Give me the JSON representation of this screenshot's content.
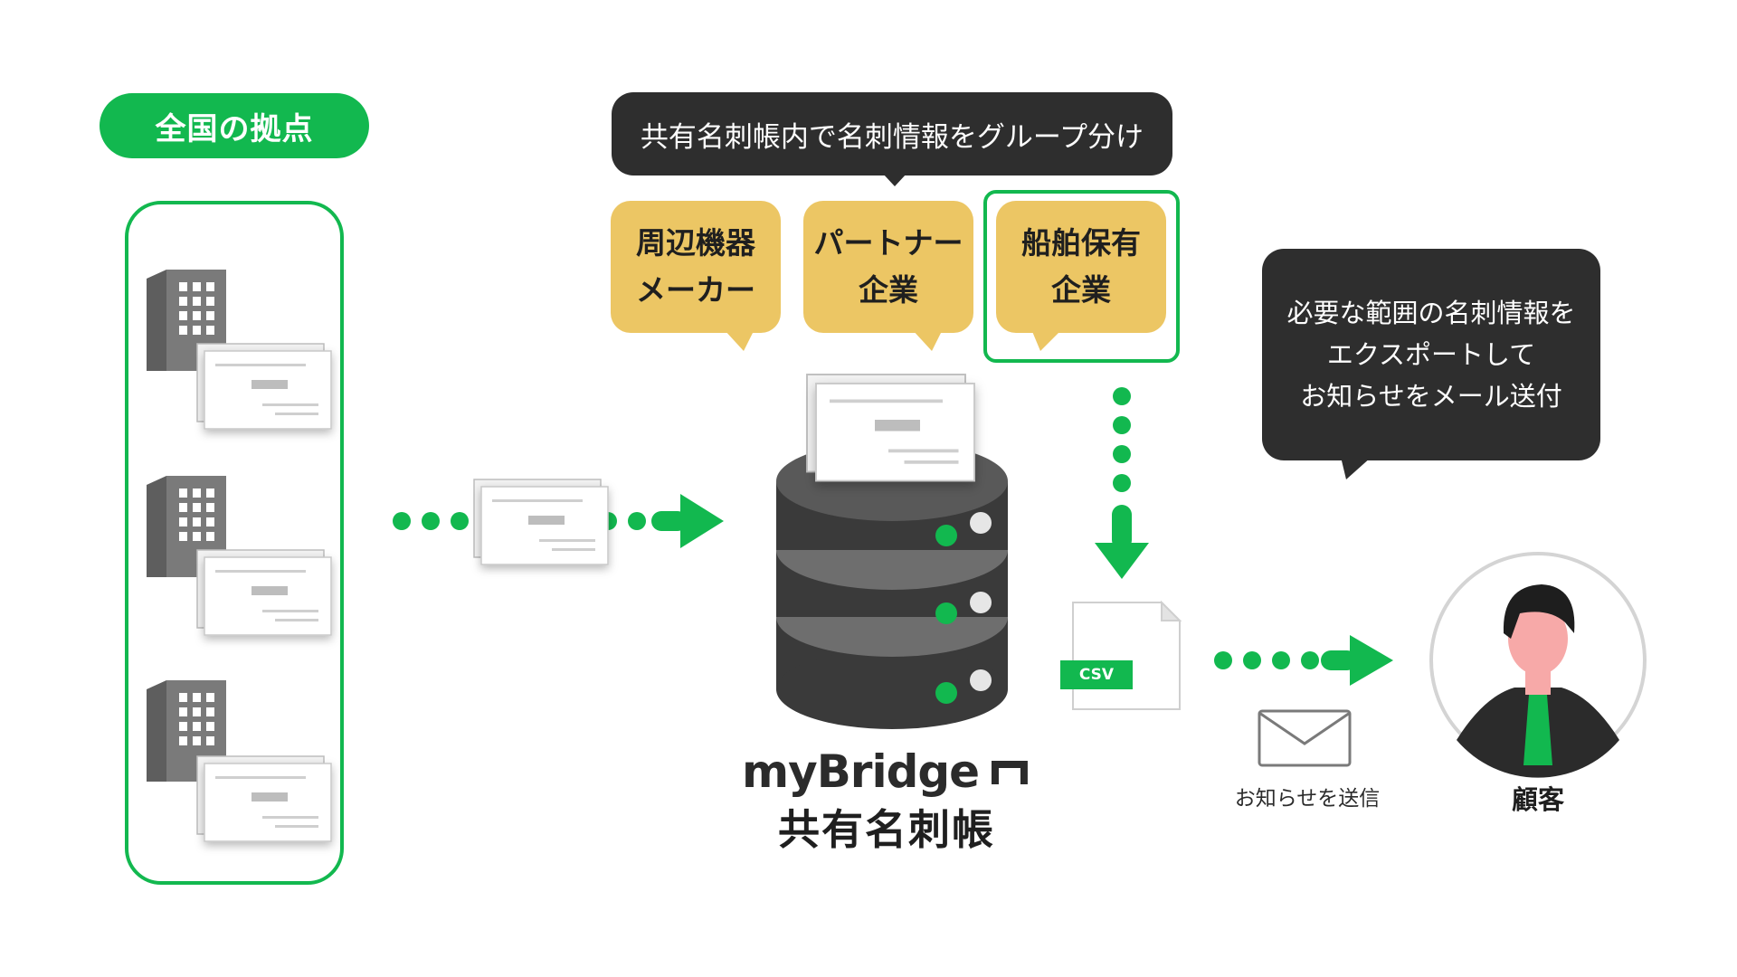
{
  "left": {
    "label": "全国の拠点"
  },
  "top_bubble": {
    "text": "共有名刺帳内で名刺情報をグループ分け"
  },
  "groups": [
    {
      "lines": [
        "周辺機器",
        "メーカー"
      ]
    },
    {
      "lines": [
        "パートナー",
        "企業"
      ]
    },
    {
      "lines": [
        "船舶保有",
        "企業"
      ]
    }
  ],
  "right_bubble": {
    "lines": [
      "必要な範囲の名刺情報を",
      "エクスポートして",
      "お知らせをメール送付"
    ]
  },
  "brand": {
    "name": "myBridge",
    "subtitle": "共有名刺帳"
  },
  "csv": {
    "label": "CSV"
  },
  "mail": {
    "label": "お知らせを送信"
  },
  "customer": {
    "label": "顧客"
  },
  "colors": {
    "green": "#12B84F",
    "yellow": "#ECC664",
    "dark": "#2E2E2E",
    "server": "#3A3A3A"
  }
}
